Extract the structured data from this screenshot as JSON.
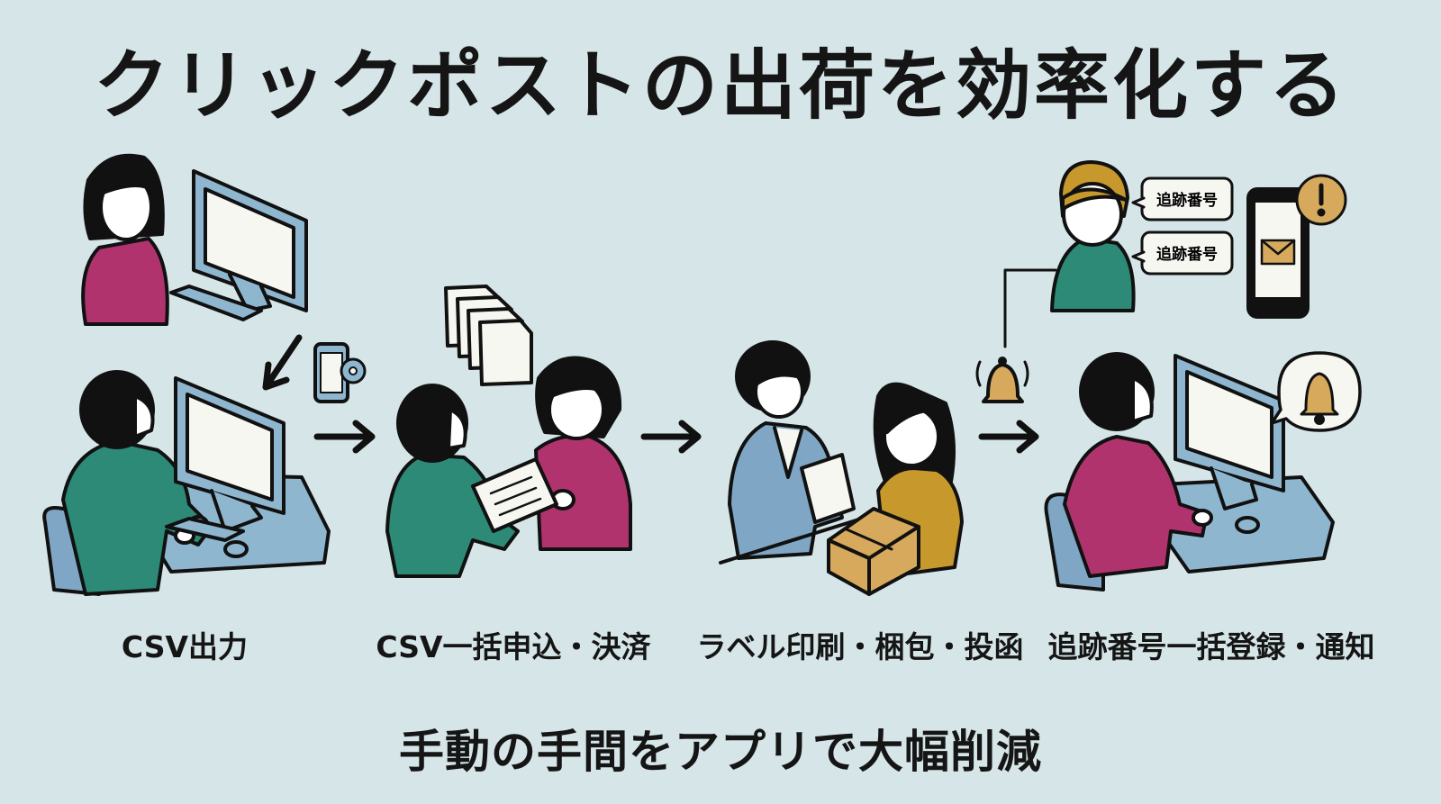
{
  "title": "クリックポストの出荷を効率化する",
  "steps": [
    {
      "label": "CSV出力"
    },
    {
      "label": "CSV一括申込・決済"
    },
    {
      "label": "ラベル印刷・梱包・投函"
    },
    {
      "label": "追跡番号一括登録・通知"
    }
  ],
  "bubbles": [
    "追跡番号",
    "追跡番号"
  ],
  "subtitle": "手動の手間をアプリで大幅削減",
  "colors": {
    "background": "#d6e6e8",
    "teal_shirt": "#2c8a76",
    "magenta_shirt": "#b0336e",
    "mustard_shirt": "#c7982c",
    "blue_jacket": "#7fa6c4",
    "desk_blue": "#8fb6cf",
    "box_tan": "#d7a95c"
  }
}
